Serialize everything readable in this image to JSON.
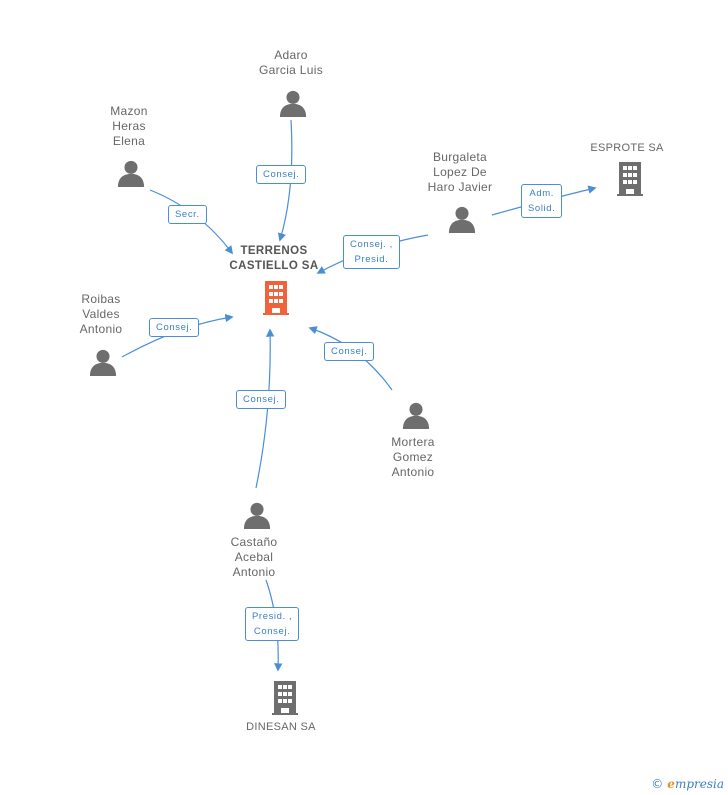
{
  "nodes": {
    "center": {
      "label": "TERRENOS\nCASTIELLO SA"
    },
    "adaro": {
      "label": "Adaro\nGarcia Luis"
    },
    "mazon": {
      "label": "Mazon\nHeras\nElena"
    },
    "burgaleta": {
      "label": "Burgaleta\nLopez De\nHaro Javier"
    },
    "esprote": {
      "label": "ESPROTE SA"
    },
    "roibas": {
      "label": "Roibas\nValdes\nAntonio"
    },
    "mortera": {
      "label": "Mortera\nGomez\nAntonio"
    },
    "castano": {
      "label": "Castaño\nAcebal\nAntonio"
    },
    "dinesan": {
      "label": "DINESAN SA"
    }
  },
  "edges": {
    "adaro": {
      "label": "Consej."
    },
    "mazon": {
      "label": "Secr."
    },
    "burgaleta": {
      "label": "Consej. ,\nPresid."
    },
    "esprote": {
      "label": "Adm.\nSolid."
    },
    "roibas": {
      "label": "Consej."
    },
    "mortera": {
      "label": "Consej."
    },
    "castano": {
      "label": "Consej."
    },
    "dinesan": {
      "label": "Presid. ,\nConsej."
    }
  },
  "colors": {
    "arrow": "#4a8fd6",
    "person": "#6e6e6e",
    "company": "#6e6e6e",
    "center_company": "#f0623a"
  },
  "footer": {
    "copyright": "©",
    "brand_initial": "e",
    "brand_rest": "mpresia"
  }
}
